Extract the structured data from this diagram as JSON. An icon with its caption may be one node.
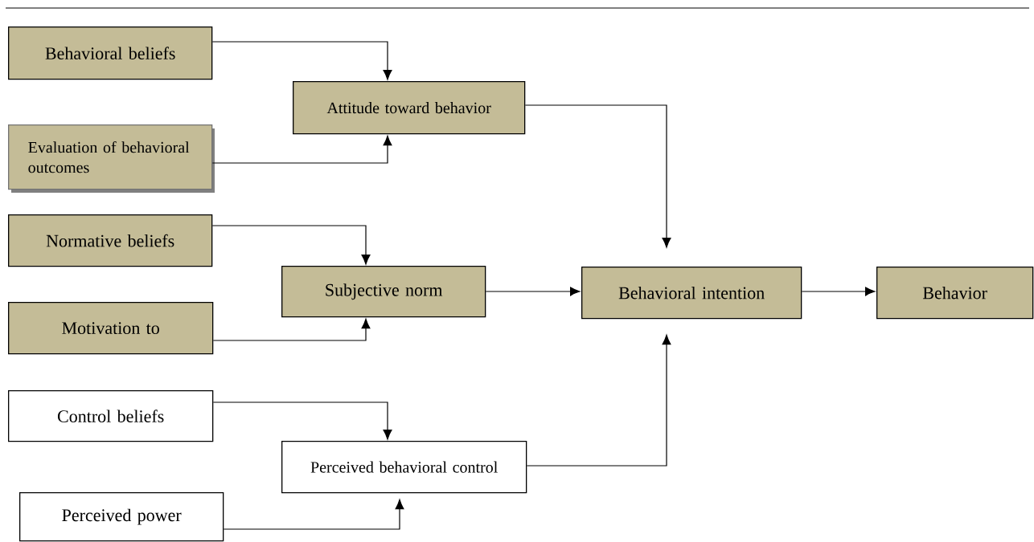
{
  "diagram": {
    "nodes": [
      {
        "text": [
          "Behavioral beliefs"
        ]
      },
      {
        "text": [
          "Attitude toward behavior"
        ]
      },
      {
        "text": [
          "Evaluation of behavioral outcomes"
        ]
      },
      {
        "text": [
          "Normative beliefs"
        ]
      },
      {
        "text": [
          "Subjective norm"
        ]
      },
      {
        "text": [
          "Behavioral intention"
        ]
      },
      {
        "text": [
          "Behavior"
        ]
      },
      {
        "text": [
          "Motivation to"
        ]
      },
      {
        "text": [
          "Control beliefs"
        ]
      },
      {
        "text": [
          "Perceived behavioral control"
        ]
      },
      {
        "text": [
          "Perceived power"
        ]
      }
    ],
    "edges": [
      {
        "from": 0,
        "to": 1,
        "arrow": "to"
      },
      {
        "from": 2,
        "to": 1,
        "arrow": "to"
      },
      {
        "from": 1,
        "to": 5,
        "arrow": "to"
      },
      {
        "from": 3,
        "to": 4,
        "arrow": "to"
      },
      {
        "from": 7,
        "to": 4,
        "arrow": "to"
      },
      {
        "from": 4,
        "to": 5,
        "arrow": "to"
      },
      {
        "from": 5,
        "to": 6,
        "arrow": "to"
      },
      {
        "from": 8,
        "to": 9,
        "arrow": "to"
      },
      {
        "from": 10,
        "to": 9,
        "arrow": "to"
      },
      {
        "from": 9,
        "to": 5,
        "arrow": "to"
      }
    ]
  }
}
